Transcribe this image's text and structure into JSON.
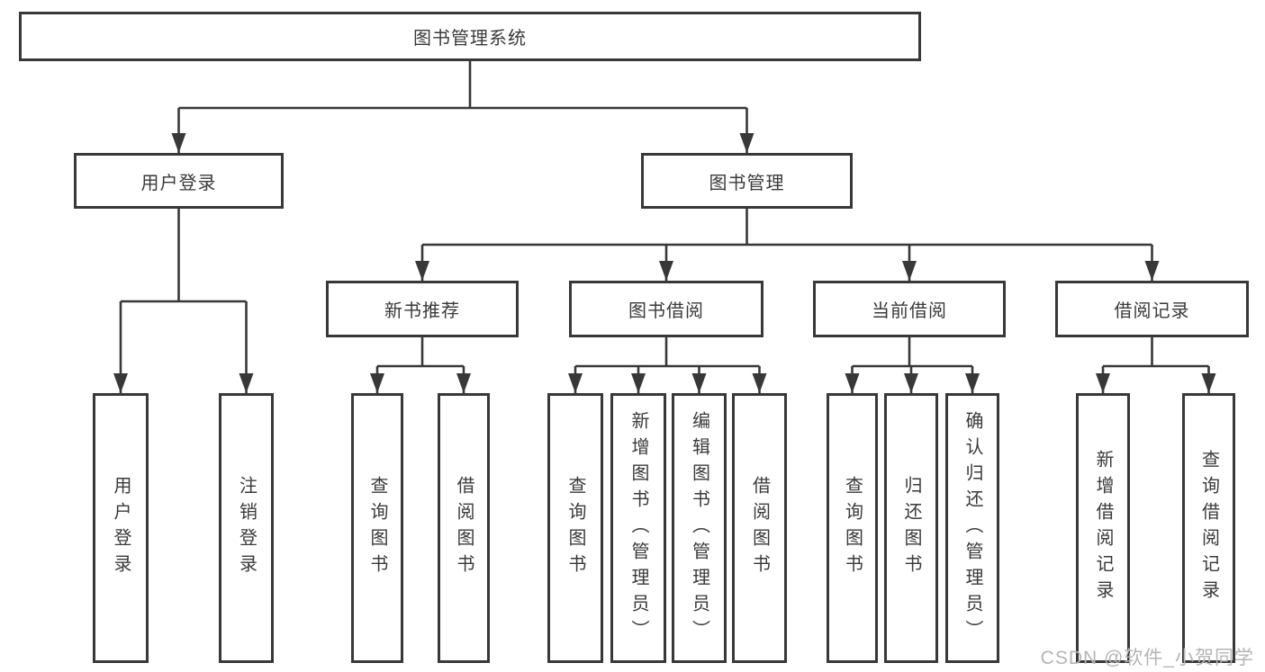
{
  "diagram": {
    "root": {
      "label": "图书管理系统"
    },
    "branches": [
      {
        "label": "用户登录",
        "children": [
          {
            "label": "用户登录"
          },
          {
            "label": "注销登录"
          }
        ]
      },
      {
        "label": "图书管理",
        "children": [
          {
            "label": "新书推荐",
            "children": [
              {
                "label": "查询图书"
              },
              {
                "label": "借阅图书"
              }
            ]
          },
          {
            "label": "图书借阅",
            "children": [
              {
                "label": "查询图书"
              },
              {
                "label": "新增图书（管理员）"
              },
              {
                "label": "编辑图书（管理员）"
              },
              {
                "label": "借阅图书"
              }
            ]
          },
          {
            "label": "当前借阅",
            "children": [
              {
                "label": "查询图书"
              },
              {
                "label": "归还图书"
              },
              {
                "label": "确认归还（管理员）"
              }
            ]
          },
          {
            "label": "借阅记录",
            "children": [
              {
                "label": "新增借阅记录"
              },
              {
                "label": "查询借阅记录"
              }
            ]
          }
        ]
      }
    ]
  },
  "watermark": {
    "text": "CSDN @软件_小贺同学"
  },
  "colors": {
    "line": "#383838",
    "text": "#3a3a3a",
    "watermark": "#b5b5b5",
    "background": "#ffffff"
  }
}
